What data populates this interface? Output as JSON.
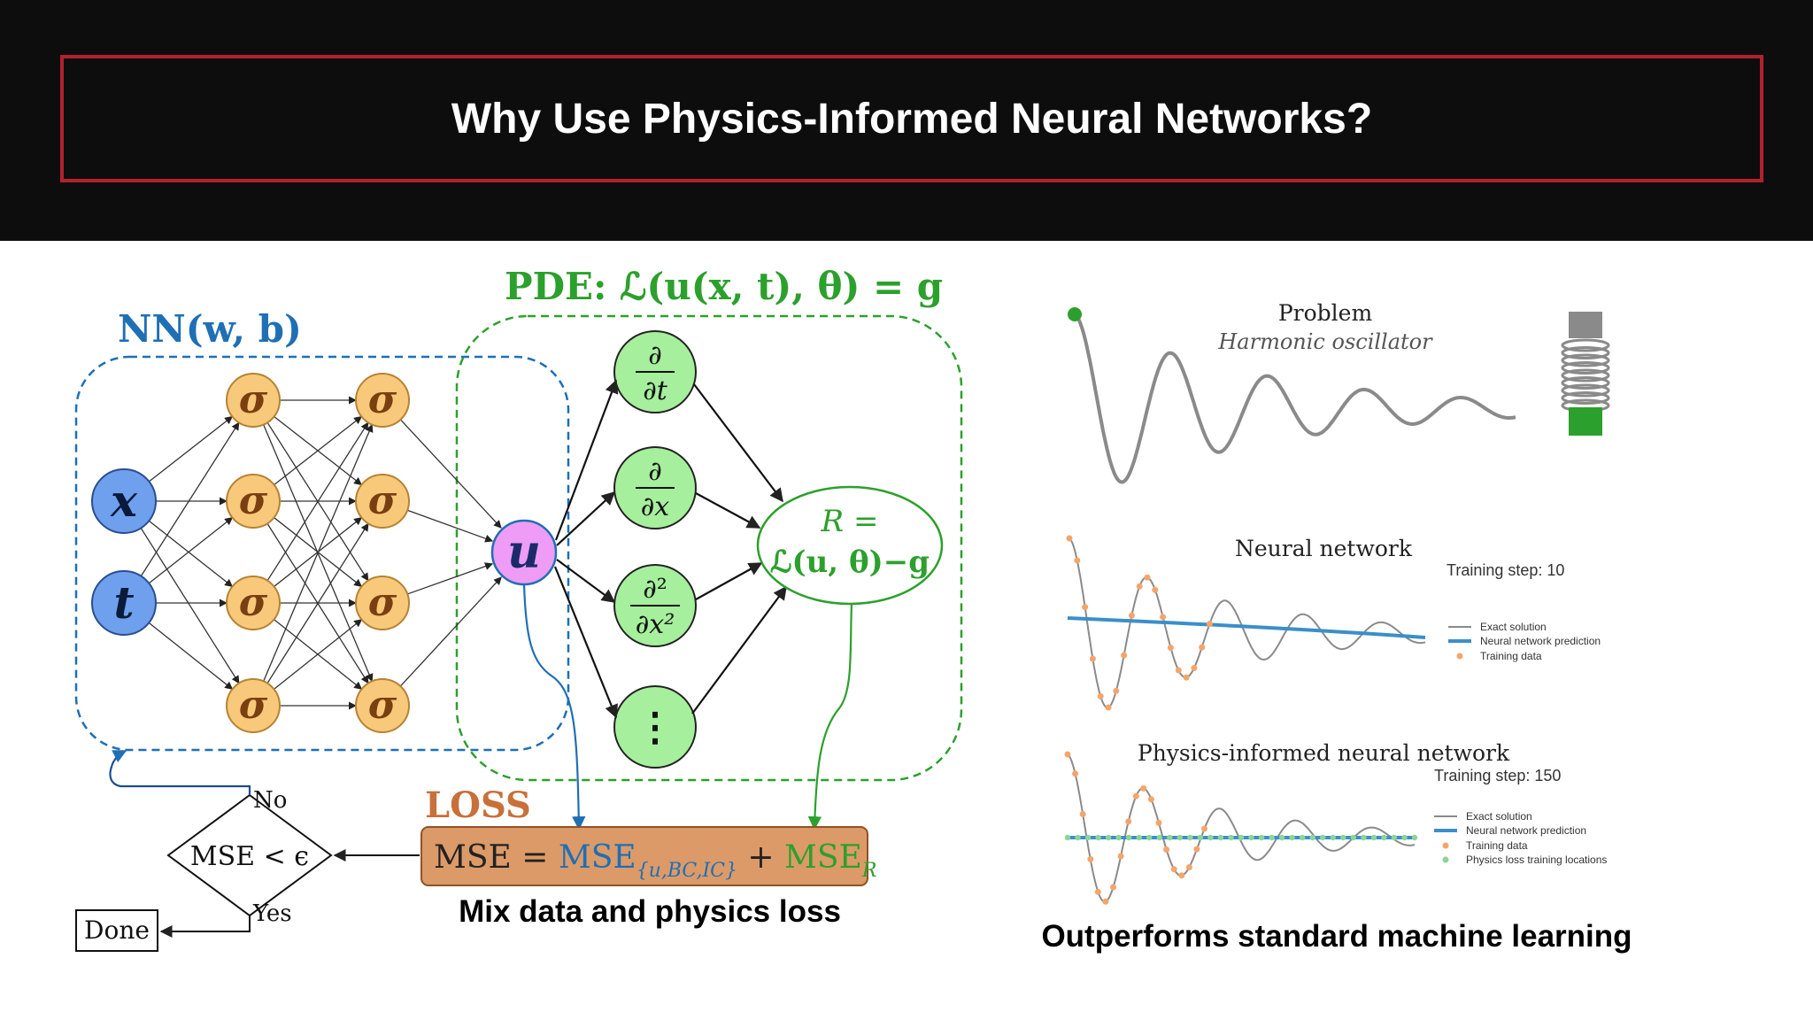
{
  "title": "Why Use Physics-Informed Neural Networks?",
  "colors": {
    "title_border": "#b3202f",
    "nn_blue": "#1f6fb5",
    "pde_green": "#2ca02c",
    "loss_orange": "#c8703a",
    "input_node": "#6fa0ee",
    "hidden_node": "#f8c97a",
    "output_node": "#ee9cf5",
    "derivative_node": "#a6ef9d",
    "loss_box": "#dc9a68"
  },
  "pinn_diagram": {
    "nn_label": "NN(w, b)",
    "pde_label": "PDE: ℒ(u(x, t), θ) = g",
    "inputs": [
      "x",
      "t"
    ],
    "activation": "σ",
    "output": "u",
    "derivatives": {
      "dt": {
        "num": "∂",
        "den": "∂t"
      },
      "dx": {
        "num": "∂",
        "den": "∂x"
      },
      "dxx": {
        "num": "∂²",
        "den": "∂x²"
      },
      "more": "⋮"
    },
    "residual": {
      "line1": "R =",
      "line2": "ℒ(u, θ)−g"
    },
    "loss_label": "LOSS",
    "loss_formula": {
      "mse": "MSE",
      "eq": " = ",
      "term1": "MSE",
      "sub1": "{u,BC,IC}",
      "plus": " + ",
      "term2": "MSE",
      "sub2": "R"
    },
    "decision": "MSE < ϵ",
    "no_label": "No",
    "yes_label": "Yes",
    "done_label": "Done",
    "caption": "Mix data and physics loss"
  },
  "oscillator_panel": {
    "problem_title": "Problem",
    "problem_subtitle": "Harmonic oscillator",
    "nn_title": "Neural network",
    "nn_step": "Training step: 10",
    "nn_legend": [
      "Exact solution",
      "Neural network prediction",
      "Training data"
    ],
    "pinn_title": "Physics-informed neural network",
    "pinn_step": "Training step: 150",
    "pinn_legend": [
      "Exact solution",
      "Neural network prediction",
      "Training data",
      "Physics loss training locations"
    ],
    "caption": "Outperforms standard machine learning"
  }
}
